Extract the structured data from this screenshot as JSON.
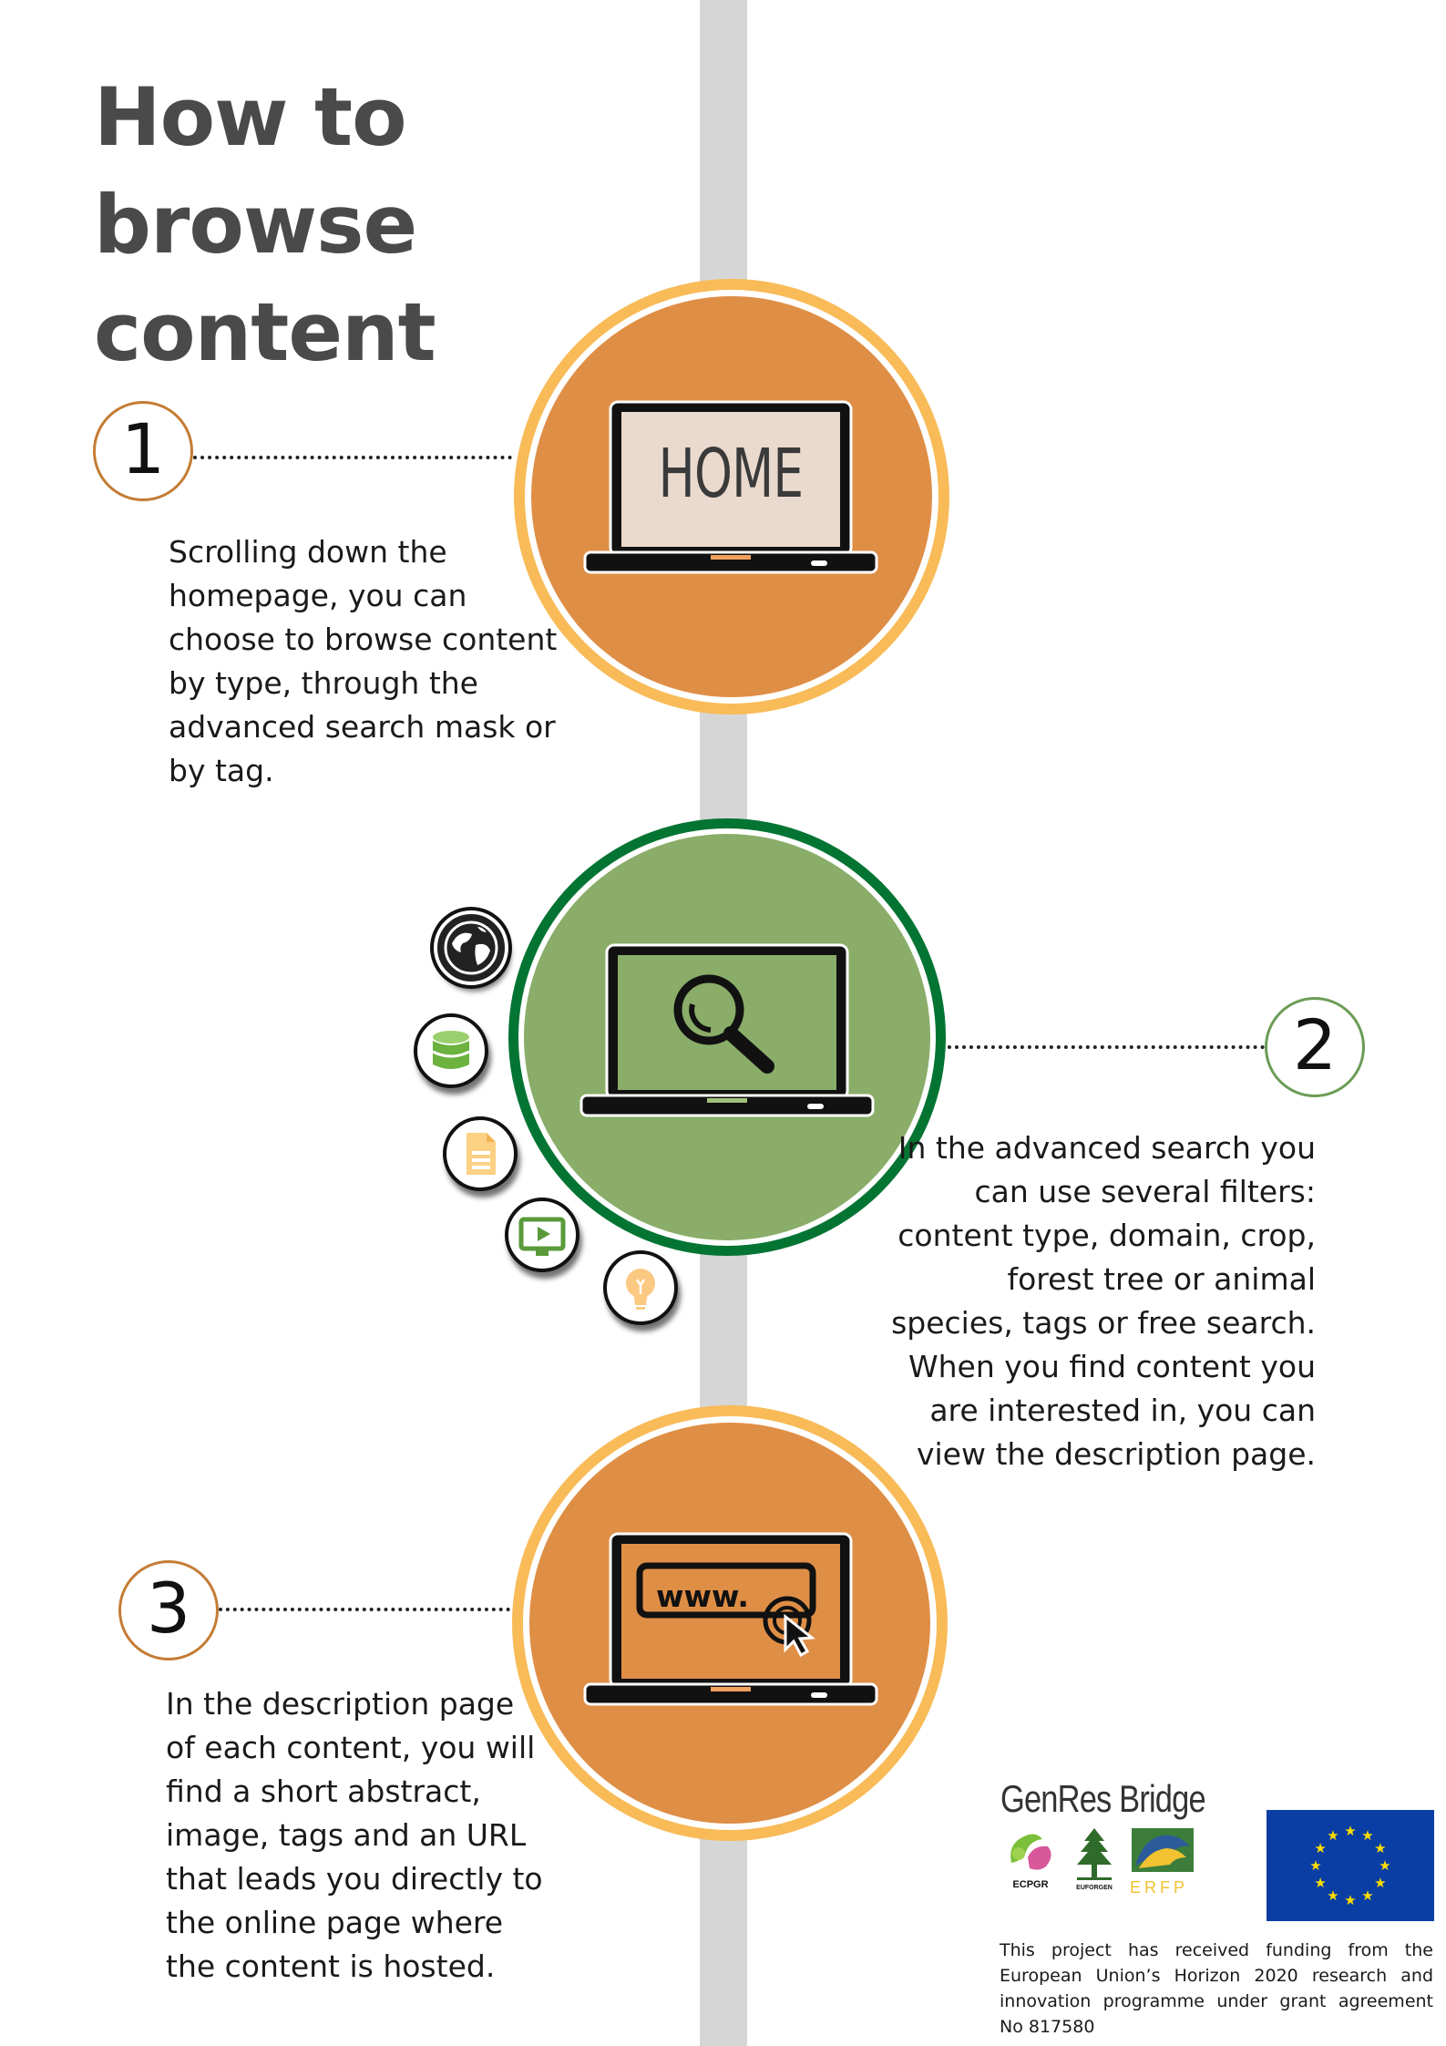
{
  "title": {
    "line1": "How to browse",
    "line2": "content"
  },
  "steps": [
    {
      "number": "1",
      "screen_text": "HOME",
      "text": [
        "Scrolling down the",
        "homepage, you can",
        "choose to browse content",
        "by type, through the",
        "advanced search mask or",
        "by tag."
      ]
    },
    {
      "number": "2",
      "text": [
        "In the advanced search you",
        "can use several filters:",
        "content type, domain, crop,",
        "forest tree or animal",
        "species, tags or free search.",
        "When you find content you",
        "are interested in, you can",
        "view the description page."
      ]
    },
    {
      "number": "3",
      "screen_text": "www.",
      "text": [
        "In the description page",
        "of each content, you will",
        "find a short abstract,",
        "image, tags and an URL",
        "that leads you directly to",
        "the online page where",
        "the content is hosted."
      ]
    }
  ],
  "filter_icons": [
    "globe-icon",
    "database-icon",
    "document-icon",
    "video-icon",
    "lightbulb-icon"
  ],
  "footer": {
    "brand": "GenRes Bridge",
    "partners": [
      "ECPGR",
      "EUFORGEN",
      "ERFP"
    ],
    "funding": "This project has received funding from the European Union’s Horizon 2020 research and innovation programme under grant agreement No 817580"
  },
  "colors": {
    "orange": "#df8e46",
    "orange_ring": "#f8bb58",
    "green": "#8aad69",
    "green_ring": "#047433",
    "eu_blue": "#0a3ea4"
  }
}
